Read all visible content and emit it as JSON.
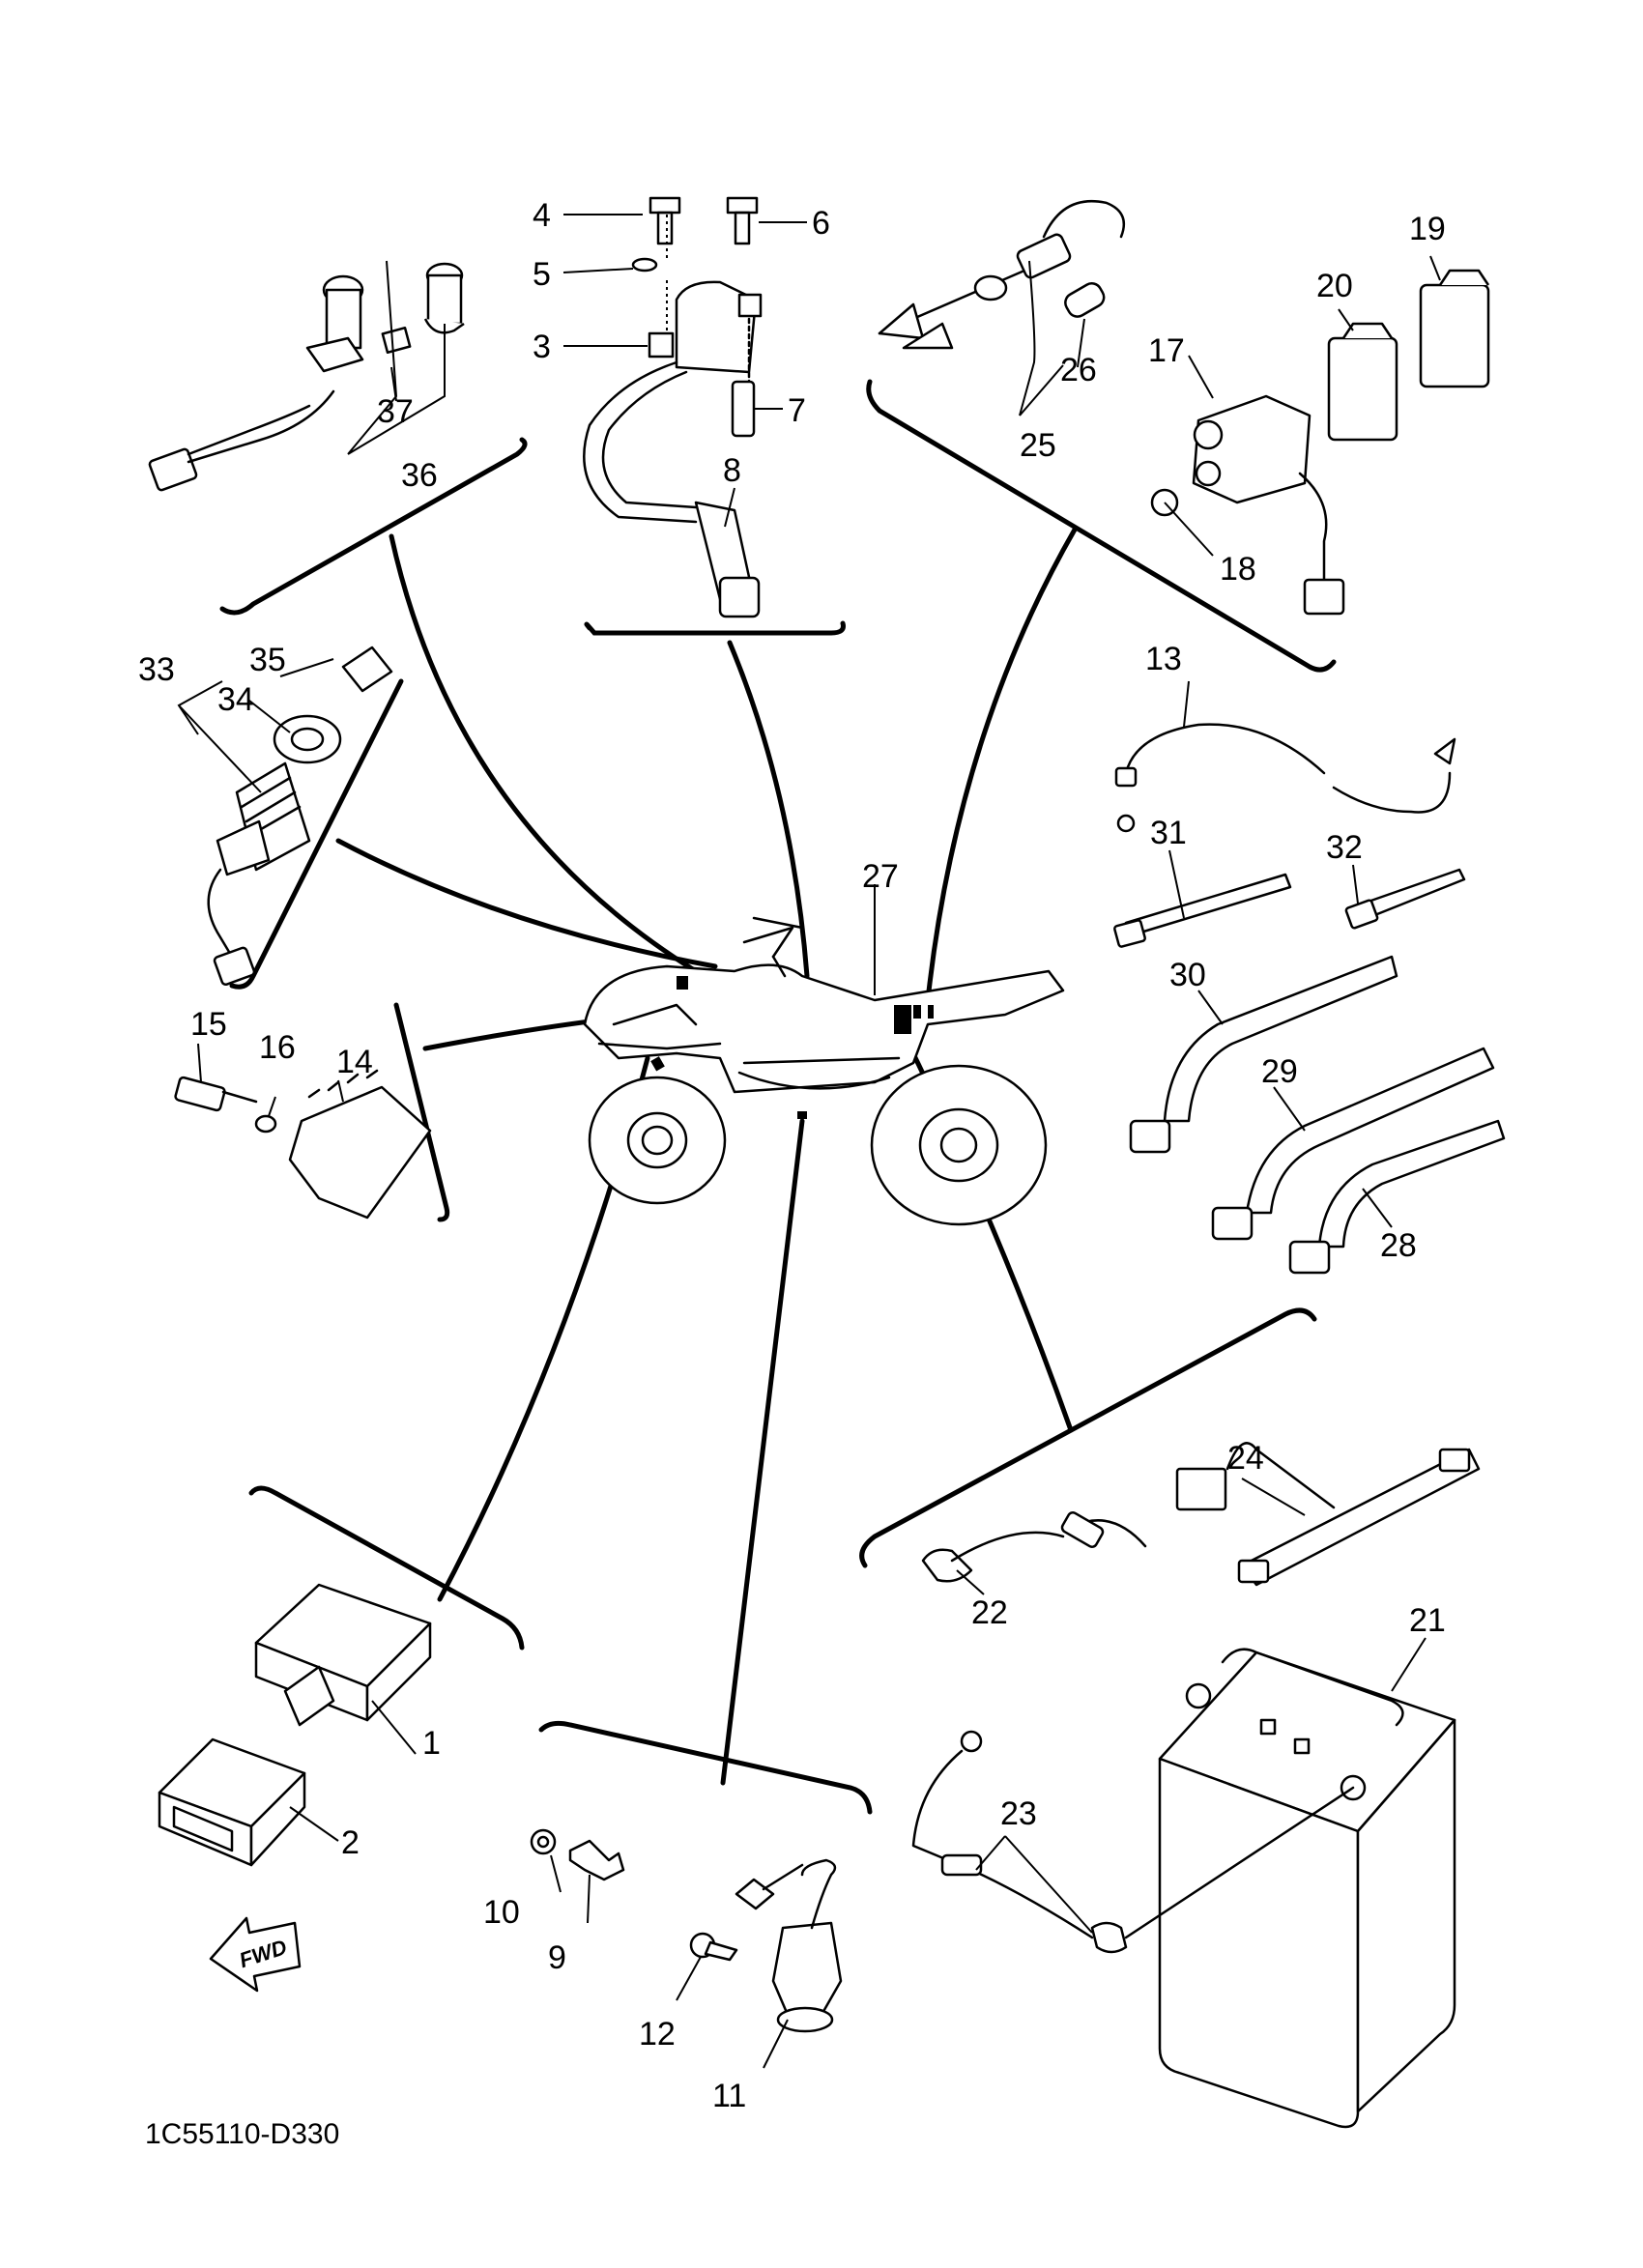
{
  "diagram": {
    "document_code": "1C55110-D330",
    "fwd_label": "FWD",
    "callouts": {
      "c1": "1",
      "c2": "2",
      "c3": "3",
      "c4": "4",
      "c5": "5",
      "c6": "6",
      "c7": "7",
      "c8": "8",
      "c9": "9",
      "c10": "10",
      "c11": "11",
      "c12": "12",
      "c13": "13",
      "c14": "14",
      "c15": "15",
      "c16": "16",
      "c17": "17",
      "c18": "18",
      "c19": "19",
      "c20": "20",
      "c21": "21",
      "c22": "22",
      "c23": "23",
      "c24": "24",
      "c25": "25",
      "c26": "26",
      "c27": "27",
      "c28": "28",
      "c29": "29",
      "c30": "30",
      "c31": "31",
      "c32": "32",
      "c33": "33",
      "c34": "34",
      "c35": "35",
      "c36": "36",
      "c37": "37"
    }
  }
}
